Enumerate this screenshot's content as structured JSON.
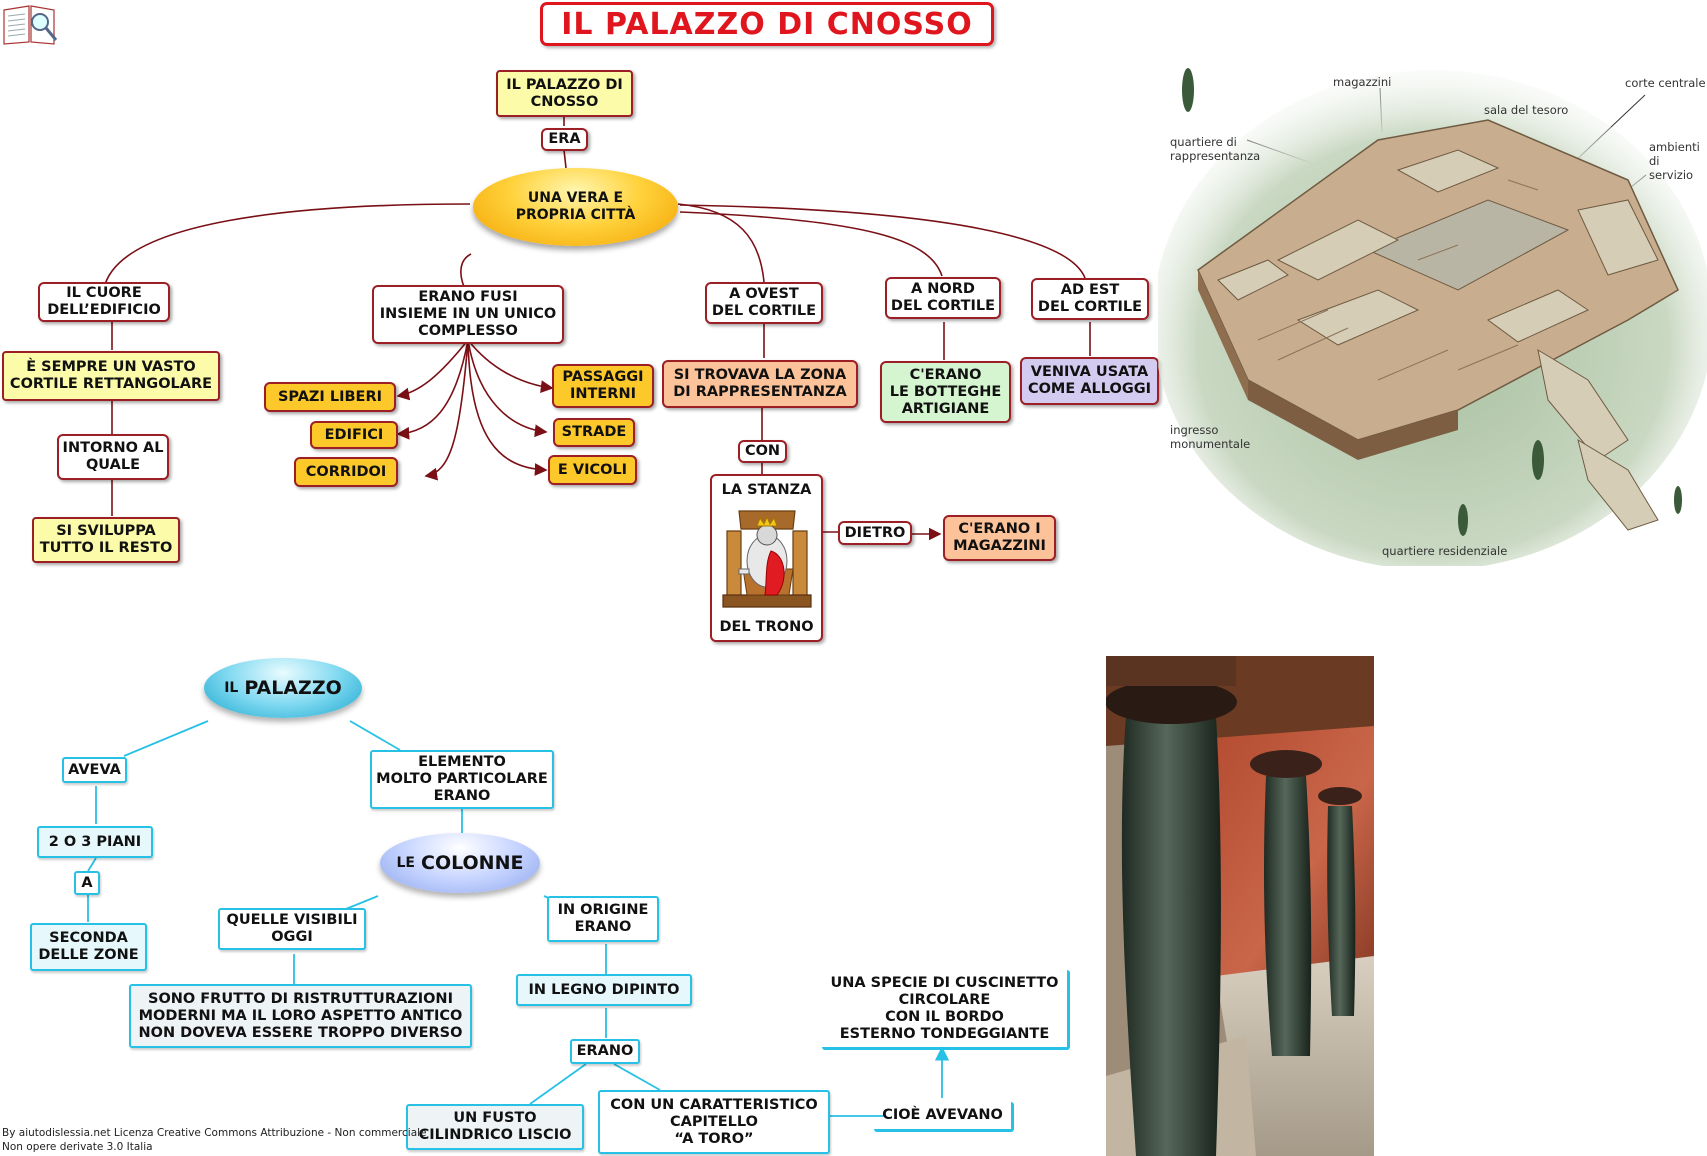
{
  "page": {
    "title": "IL PALAZZO DI CNOSSO"
  },
  "map1": {
    "root": "IL PALAZZO DI\nCNOSSO",
    "era": "ERA",
    "center": "UNA VERA E\nPROPRIA CITTÀ",
    "cuore": "IL  CUORE\nDELL’EDIFICIO",
    "vasto": "È  SEMPRE  UN  VASTO\nCORTILE RETTANGOLARE",
    "intorno": "INTORNO AL\nQUALE",
    "sviluppa": "SI SVILUPPA\nTUTTO IL RESTO",
    "fusi": "ERANO FUSI\nINSIEME IN UN UNICO\nCOMPLESSO",
    "spazi": "SPAZI LIBERI",
    "edifici": "EDIFICI",
    "corridoi": "CORRIDOI",
    "passaggi": "PASSAGGI\nINTERNI",
    "strade": "STRADE",
    "vicoli": "E VICOLI",
    "ovest": "A OVEST\nDEL CORTILE",
    "zona": "SI TROVAVA LA ZONA\nDI RAPPRESENTANZA",
    "con": "CON",
    "stanza_top": "LA STANZA",
    "stanza_bottom": "DEL TRONO",
    "dietro": "DIETRO",
    "magazzini": "C'ERANO I\nMAGAZZINI",
    "nord": "A NORD\nDEL CORTILE",
    "botteghe": "C'ERANO\nLE BOTTEGHE\nARTIGIANE",
    "est": "AD EST\nDEL CORTILE",
    "alloggi": "VENIVA USATA\nCOME ALLOGGI"
  },
  "plan_labels": {
    "magazzini": "magazzini",
    "sala": "sala del tesoro",
    "corte": "corte centrale",
    "quartiere_rapp": "quartiere di\nrappresentanza",
    "ambienti": "ambienti\ndi servizio",
    "ingresso": "ingresso\nmonumentale",
    "residenziale": "quartiere residenziale"
  },
  "map2": {
    "palazzo_a": "IL",
    "palazzo_b": "PALAZZO",
    "aveva": "AVEVA",
    "piani": "2 O 3 PIANI",
    "a": "A",
    "seconda": "SECONDA\nDELLE ZONE",
    "elemento": "ELEMENTO\nMOLTO PARTICOLARE\nERANO",
    "colonne_a": "LE",
    "colonne_b": "COLONNE",
    "visibili": "QUELLE VISIBILI\nOGGI",
    "frutto": "SONO FRUTTO DI RISTRUTTURAZIONI\nMODERNI MA IL LORO ASPETTO ANTICO\nNON DOVEVA ESSERE TROPPO DIVERSO",
    "origine": "IN ORIGINE\nERANO",
    "legno": "IN LEGNO DIPINTO",
    "erano": "ERANO",
    "fusto": "UN FUSTO\nCILINDRICO LISCIO",
    "capitello": "CON UN CARATTERISTICO\nCAPITELLO\n“A TORO”",
    "cioe": "CIOÈ AVEVANO",
    "cuscinetto": "UNA SPECIE DI CUSCINETTO\nCIRCOLARE\nCON IL BORDO\nESTERNO TONDEGGIANTE"
  },
  "footer": {
    "line1": "By aiutodislessia.net Licenza Creative Commons Attribuzione - Non commerciale",
    "line2": "Non opere derivate 3.0 Italia"
  },
  "colors": {
    "dark_red": "#9b1f25",
    "cyan": "#27c1e6",
    "orange": "#fdc82a",
    "title_red": "#e0161f"
  }
}
